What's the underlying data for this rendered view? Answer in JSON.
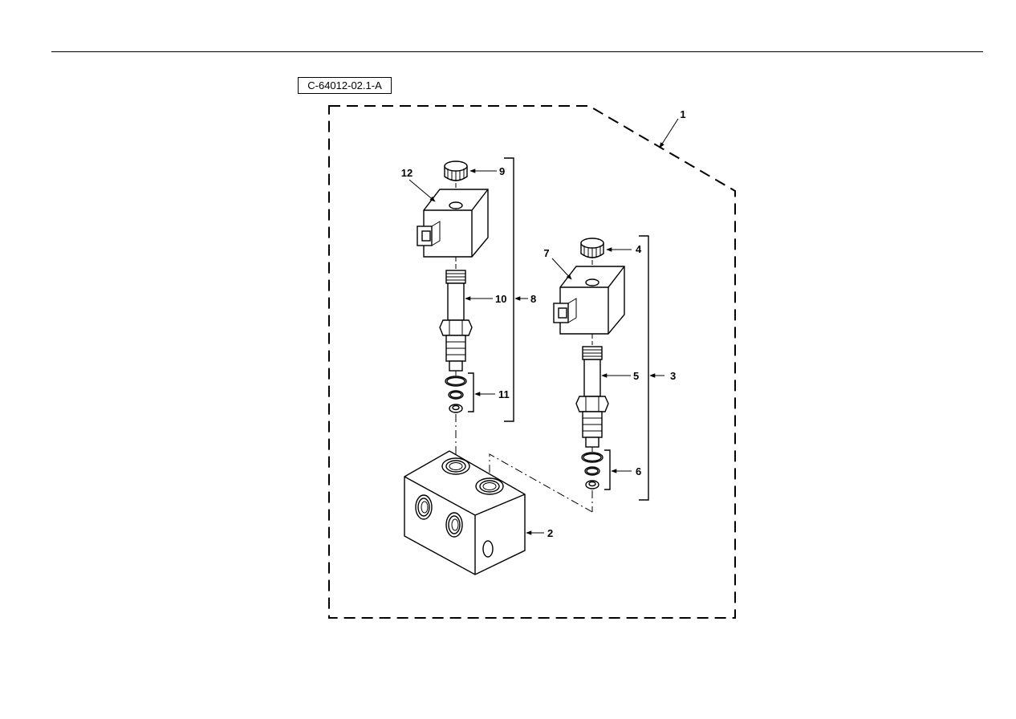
{
  "figure_id": "C-64012-02.1-A",
  "callouts": {
    "c1": "1",
    "c2": "2",
    "c3": "3",
    "c4": "4",
    "c5": "5",
    "c6": "6",
    "c7": "7",
    "c8": "8",
    "c9": "9",
    "c10": "10",
    "c11": "11",
    "c12": "12"
  },
  "colors": {
    "line": "#000000",
    "background": "#ffffff"
  }
}
